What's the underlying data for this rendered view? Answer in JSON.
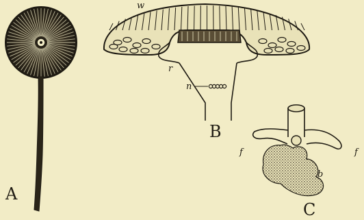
{
  "figure": {
    "panels": [
      {
        "id": "A",
        "letter": "A"
      },
      {
        "id": "B",
        "letter": "B",
        "labels": [
          "w",
          "r",
          "n"
        ]
      },
      {
        "id": "C",
        "letter": "C",
        "labels": [
          "f",
          "f",
          "b"
        ]
      }
    ]
  },
  "colors": {
    "paper": "#f2ecc6",
    "ink": "#1e1a12"
  }
}
